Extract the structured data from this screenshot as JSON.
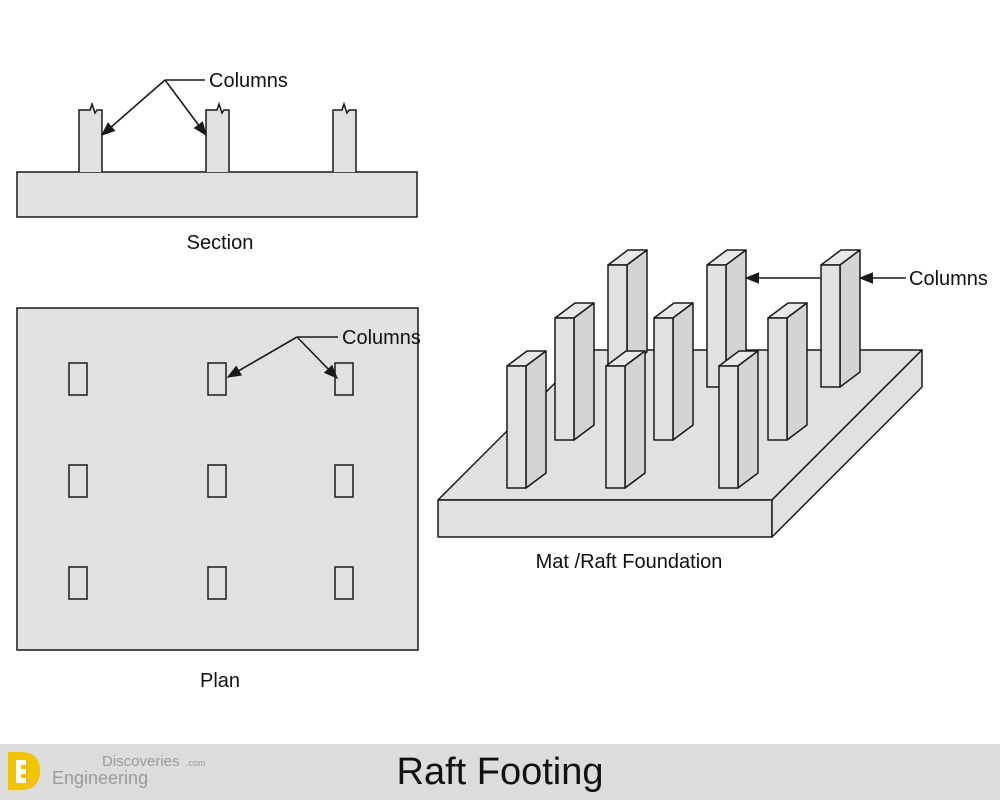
{
  "section": {
    "caption": "Section",
    "columns_label": "Columns"
  },
  "plan": {
    "caption": "Plan",
    "columns_label": "Columns"
  },
  "mat": {
    "caption": "Mat /Raft Foundation",
    "columns_label": "Columns"
  },
  "footer": {
    "title": "Raft Footing",
    "brand_top": "Discoveries",
    "brand_suffix": ".com",
    "brand_bottom": "Engineering"
  },
  "colors": {
    "fill": "#e1e1e1",
    "stroke": "#1a1a1a",
    "footer_band": "#dcdcdc",
    "brand_yellow": "#f2c400",
    "brand_grey": "#9a9a9a"
  }
}
